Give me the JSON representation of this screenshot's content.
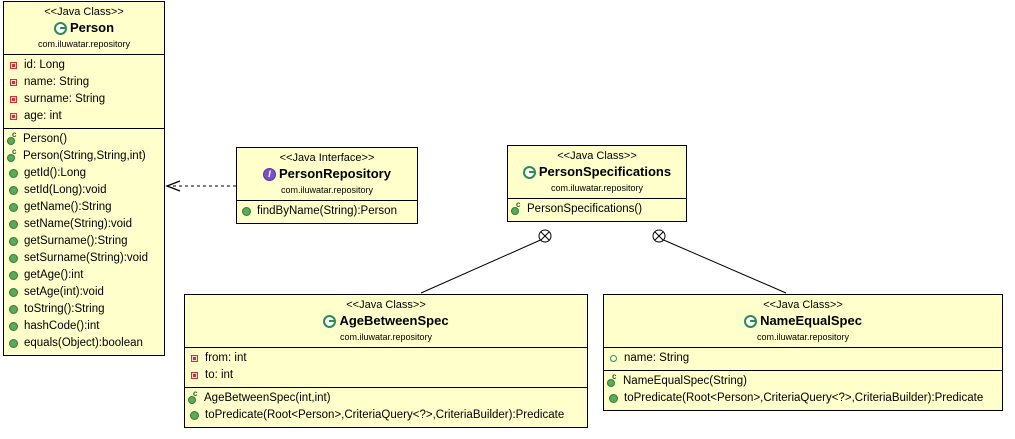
{
  "diagram": {
    "kind": "uml-class-diagram",
    "background_color": "#ffffff",
    "box_fill_color": "#ffffcc",
    "box_border_color": "#000000",
    "package": "com.iluwatar.repository"
  },
  "classes": {
    "person": {
      "stereotype": "<<Java Class>>",
      "name": "Person",
      "package": "com.iluwatar.repository",
      "icon": "java-class-icon",
      "fields": [
        {
          "icon": "private-field-icon",
          "text": "id: Long"
        },
        {
          "icon": "private-field-icon",
          "text": "name: String"
        },
        {
          "icon": "private-field-icon",
          "text": "surname: String"
        },
        {
          "icon": "private-field-icon",
          "text": "age: int"
        }
      ],
      "methods": [
        {
          "icon": "constructor-icon",
          "text": "Person()"
        },
        {
          "icon": "constructor-icon",
          "text": "Person(String,String,int)"
        },
        {
          "icon": "public-method-icon",
          "text": "getId():Long"
        },
        {
          "icon": "public-method-icon",
          "text": "setId(Long):void"
        },
        {
          "icon": "public-method-icon",
          "text": "getName():String"
        },
        {
          "icon": "public-method-icon",
          "text": "setName(String):void"
        },
        {
          "icon": "public-method-icon",
          "text": "getSurname():String"
        },
        {
          "icon": "public-method-icon",
          "text": "setSurname(String):void"
        },
        {
          "icon": "public-method-icon",
          "text": "getAge():int"
        },
        {
          "icon": "public-method-icon",
          "text": "setAge(int):void"
        },
        {
          "icon": "public-method-icon",
          "text": "toString():String"
        },
        {
          "icon": "public-method-icon",
          "text": "hashCode():int"
        },
        {
          "icon": "public-method-icon",
          "text": "equals(Object):boolean"
        }
      ]
    },
    "person_repository": {
      "stereotype": "<<Java Interface>>",
      "name": "PersonRepository",
      "package": "com.iluwatar.repository",
      "icon": "java-interface-icon",
      "fields": [],
      "methods": [
        {
          "icon": "public-method-icon",
          "text": "findByName(String):Person"
        }
      ]
    },
    "person_specifications": {
      "stereotype": "<<Java Class>>",
      "name": "PersonSpecifications",
      "package": "com.iluwatar.repository",
      "icon": "java-class-icon",
      "fields": [],
      "methods": [
        {
          "icon": "constructor-icon",
          "text": "PersonSpecifications()"
        }
      ]
    },
    "age_between_spec": {
      "stereotype": "<<Java Class>>",
      "name": "AgeBetweenSpec",
      "package": "com.iluwatar.repository",
      "icon": "java-class-icon",
      "fields": [
        {
          "icon": "private-field-icon",
          "text": "from: int"
        },
        {
          "icon": "private-field-icon",
          "text": "to: int"
        }
      ],
      "methods": [
        {
          "icon": "constructor-icon",
          "text": "AgeBetweenSpec(int,int)"
        },
        {
          "icon": "public-method-icon",
          "text": "toPredicate(Root<Person>,CriteriaQuery<?>,CriteriaBuilder):Predicate"
        }
      ]
    },
    "name_equal_spec": {
      "stereotype": "<<Java Class>>",
      "name": "NameEqualSpec",
      "package": "com.iluwatar.repository",
      "icon": "java-class-icon",
      "fields": [
        {
          "icon": "package-field-icon",
          "text": "name: String"
        }
      ],
      "methods": [
        {
          "icon": "constructor-icon",
          "text": "NameEqualSpec(String)"
        },
        {
          "icon": "public-method-icon",
          "text": "toPredicate(Root<Person>,CriteriaQuery<?>,CriteriaBuilder):Predicate"
        }
      ]
    }
  },
  "relations": [
    {
      "name": "dependency-person-repository-to-person",
      "type": "dependency",
      "style": "dashed-open-arrow",
      "from": "person_repository",
      "to": "person"
    },
    {
      "name": "inner-class-person-specifications-to-age-between-spec",
      "type": "inner-class",
      "style": "solid-line-crossed-circle",
      "from": "person_specifications",
      "to": "age_between_spec"
    },
    {
      "name": "inner-class-person-specifications-to-name-equal-spec",
      "type": "inner-class",
      "style": "solid-line-crossed-circle",
      "from": "person_specifications",
      "to": "name_equal_spec"
    }
  ]
}
